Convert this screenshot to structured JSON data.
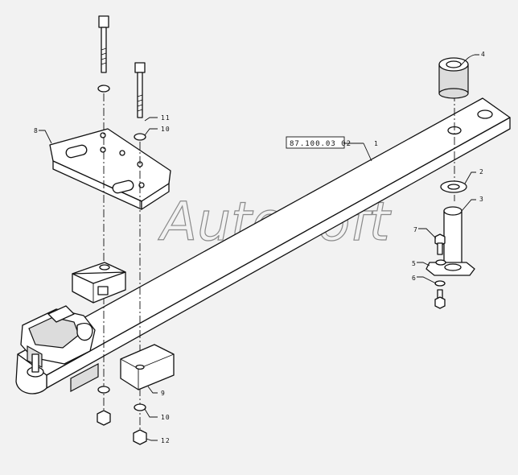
{
  "drawing": {
    "part_code": "87.100.03 02",
    "watermark": "AutoSoft",
    "callouts": {
      "c1": "1",
      "c2": "2",
      "c3": "3",
      "c4": "4",
      "c5": "5",
      "c6": "6",
      "c7": "7",
      "c8": "8",
      "c9": "9",
      "c10a": "10",
      "c10b": "10",
      "c11": "11",
      "c12": "12"
    }
  }
}
